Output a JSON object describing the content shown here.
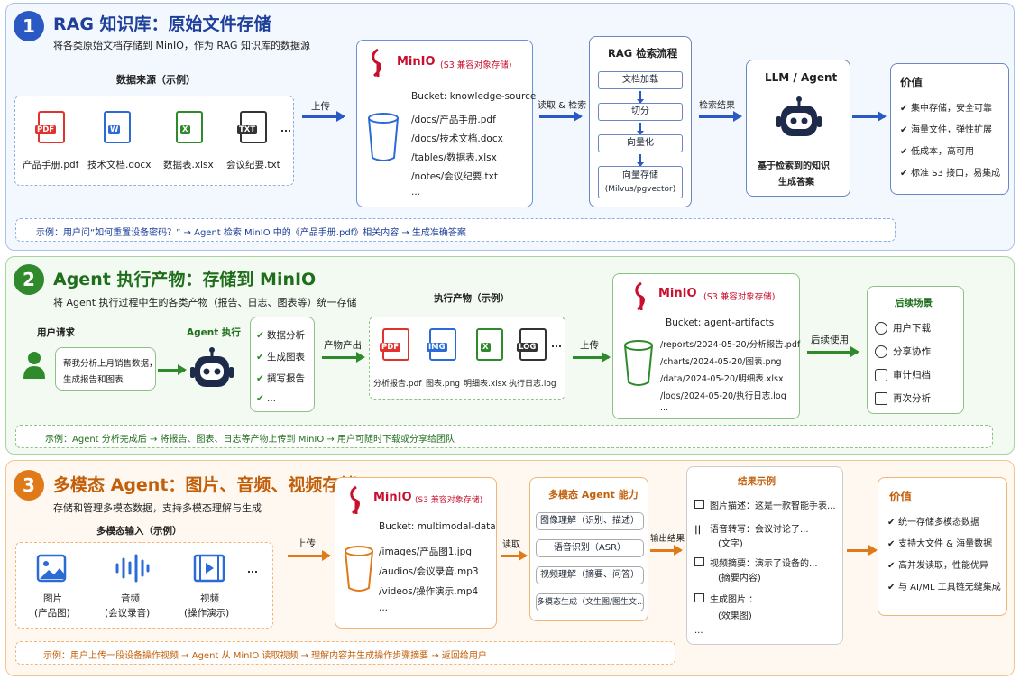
{
  "colors": {
    "blue": "#2b59c3",
    "green": "#2f8a2c",
    "orange": "#e07a18",
    "minio_red": "#c8102e"
  },
  "s1": {
    "num": "1",
    "title": "RAG 知识库：原始文件存储",
    "subtitle": "将各类原始文档存储到 MinIO，作为 RAG 知识库的数据源",
    "sources_title": "数据来源（示例）",
    "files": [
      {
        "tag": "PDF",
        "name": "产品手册.pdf"
      },
      {
        "tag": "W",
        "name": "技术文档.docx"
      },
      {
        "tag": "X",
        "name": "数据表.xlsx"
      },
      {
        "tag": "TXT",
        "name": "会议纪要.txt"
      }
    ],
    "ellipsis": "...",
    "upload_label": "上传",
    "minio_name": "MinIO",
    "minio_tag": "(S3 兼容对象存储)",
    "bucket": "Bucket: knowledge-source",
    "paths": [
      "/docs/产品手册.pdf",
      "/docs/技术文档.docx",
      "/tables/数据表.xlsx",
      "/notes/会议纪要.txt",
      "..."
    ],
    "read_label": "读取 & 检索",
    "rag_title": "RAG 检索流程",
    "rag_steps": [
      "文档加载",
      "切分",
      "向量化",
      "向量存储",
      "(Milvus/pgvector)"
    ],
    "result_label": "检索结果",
    "llm_title": "LLM / Agent",
    "llm_desc_1": "基于检索到的知识",
    "llm_desc_2": "生成答案",
    "value_title": "价值",
    "values": [
      "集中存储，安全可靠",
      "海量文件，弹性扩展",
      "低成本，高可用",
      "标准 S3 接口，易集成"
    ],
    "example": "示例：用户问“如何重置设备密码？” → Agent 检索 MinIO 中的《产品手册.pdf》相关内容 → 生成准确答案"
  },
  "s2": {
    "num": "2",
    "title": "Agent 执行产物：存储到 MinIO",
    "subtitle": "将 Agent 执行过程中生的各类产物（报告、日志、图表等）统一存储",
    "user_title": "用户请求",
    "user_msg_1": "帮我分析上月销售数据，",
    "user_msg_2": "生成报告和图表",
    "agent_title": "Agent 执行",
    "tasks": [
      "数据分析",
      "生成图表",
      "撰写报告",
      "..."
    ],
    "produce_label": "产物产出",
    "outputs_title": "执行产物（示例）",
    "outputs": [
      {
        "tag": "PDF",
        "name": "分析报告.pdf"
      },
      {
        "tag": "IMG",
        "name": "图表.png"
      },
      {
        "tag": "X",
        "name": "明细表.xlsx"
      },
      {
        "tag": "LOG",
        "name": "执行日志.log"
      }
    ],
    "ellipsis": "...",
    "upload_label": "上传",
    "minio_name": "MinIO",
    "minio_tag": "(S3 兼容对象存储)",
    "bucket": "Bucket: agent-artifacts",
    "paths": [
      "/reports/2024-05-20/分析报告.pdf",
      "/charts/2024-05-20/图表.png",
      "/data/2024-05-20/明细表.xlsx",
      "/logs/2024-05-20/执行日志.log",
      "..."
    ],
    "later_label": "后续使用",
    "scene_title": "后续场景",
    "scenes": [
      "用户下载",
      "分享协作",
      "审计归档",
      "再次分析"
    ],
    "example": "示例：Agent 分析完成后 → 将报告、图表、日志等产物上传到 MinIO → 用户可随时下载或分享给团队"
  },
  "s3": {
    "num": "3",
    "title": "多模态 Agent：图片、音频、视频存储",
    "subtitle": "存储和管理多模态数据，支持多模态理解与生成",
    "input_title": "多模态输入（示例）",
    "inputs": [
      {
        "name": "图片",
        "desc": "(产品图)"
      },
      {
        "name": "音频",
        "desc": "(会议录音)"
      },
      {
        "name": "视频",
        "desc": "(操作演示)"
      }
    ],
    "ellipsis": "...",
    "upload_label": "上传",
    "minio_name": "MinIO",
    "minio_tag": "(S3 兼容对象存储)",
    "bucket": "Bucket: multimodal-data",
    "paths": [
      "/images/产品图1.jpg",
      "/audios/会议录音.mp3",
      "/videos/操作演示.mp4",
      "..."
    ],
    "read_label": "读取",
    "cap_title": "多模态 Agent 能力",
    "caps": [
      "图像理解（识别、描述）",
      "语音识别（ASR）",
      "视频理解（摘要、问答）",
      "多模态生成（文生图/图生文..."
    ],
    "output_label": "输出结果",
    "results_title": "结果示例",
    "results": [
      {
        "l1": "图片描述：这是一款智能手表...",
        "l2": ""
      },
      {
        "l1": "语音转写：会议讨论了...",
        "l2": "(文字)"
      },
      {
        "l1": "视频摘要：演示了设备的...",
        "l2": "(摘要内容)"
      },
      {
        "l1": "生成图片 ：",
        "l2": "(效果图)"
      }
    ],
    "value_title": "价值",
    "values": [
      "统一存储多模态数据",
      "支持大文件 & 海量数据",
      "高并发读取，性能优异",
      "与 AI/ML 工具链无缝集成"
    ],
    "example": "示例：用户上传一段设备操作视频 → Agent 从 MinIO 读取视频 → 理解内容并生成操作步骤摘要 → 返回给用户"
  }
}
